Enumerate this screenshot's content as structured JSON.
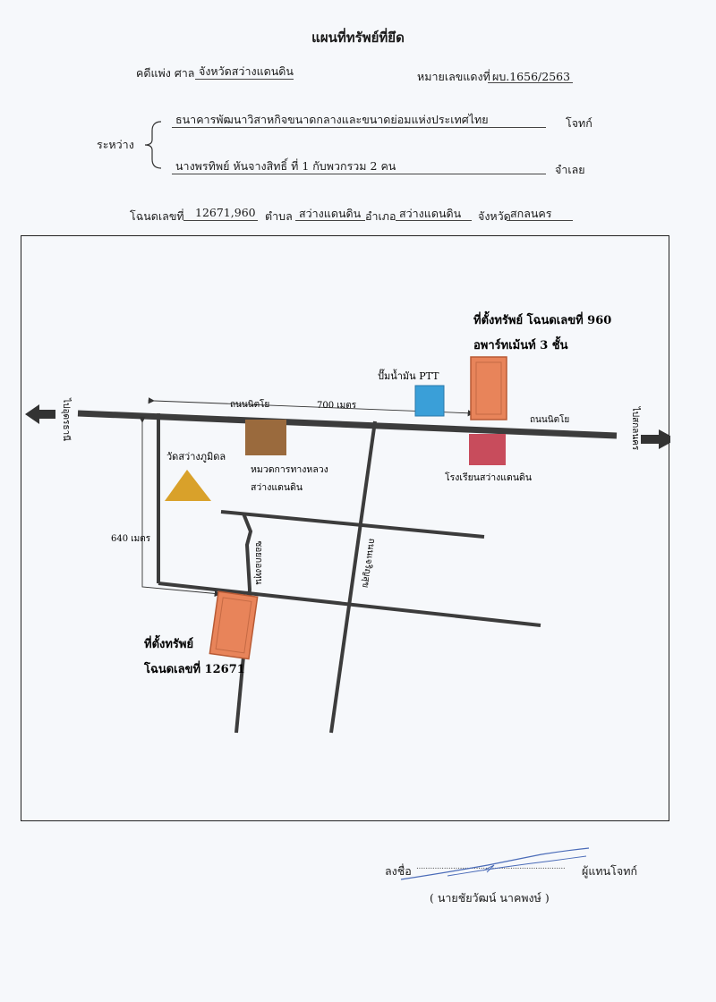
{
  "header": {
    "title": "แผนที่ทรัพย์ที่ยึด",
    "case_label": "คดีแพ่ง ศาล",
    "court": "จังหวัดสว่างแดนดิน",
    "case_no_label": "หมายเลขแดงที่",
    "case_no": "ผบ.1656/2563"
  },
  "parties": {
    "between_label": "ระหว่าง",
    "plaintiff": "ธนาคารพัฒนาวิสาหกิจขนาดกลางและขนาดย่อมแห่งประเทศไทย",
    "plaintiff_role": "โจทก์",
    "defendant": "นางพรทิพย์  หันจางสิทธิ์ ที่ 1 กับพวกรวม 2 คน",
    "defendant_role": "จำเลย"
  },
  "deed": {
    "deed_label": "โฉนดเลขที่",
    "deed_no": "12671,960",
    "tambon_label": "ตำบล",
    "tambon": "สว่างแดนดิน",
    "amphoe_label": "อำเภอ",
    "amphoe": "สว่างแดนดิน",
    "province_label": "จังหวัด",
    "province": "สกลนคร"
  },
  "map": {
    "to_udon": "ไปอุดรธานี",
    "to_sakon": "ไปสกลนคร",
    "road_niti_left": "ถนนนิตโย",
    "road_niti_right": "ถนนนิตโย",
    "distance_700": "700 เมตร",
    "distance_640": "640 เมตร",
    "ptt_label": "ปั๊มน้ำมัน PTT",
    "property_960_line1": "ที่ตั้งทรัพย์ โฉนดเลขที่ 960",
    "property_960_line2": "อพาร์ทเม้นท์ 3 ชั้น",
    "temple_label": "วัดสว่างภูมิดล",
    "highway_office_line1": "หมวดการทางหลวง",
    "highway_office_line2": "สว่างแดนดิน",
    "school_label": "โรงเรียนสว่างแดนดิน",
    "road_kong": "ซอยกองทุน",
    "road_thai": "ถนนเจริญสุข",
    "property_12671_line1": "ที่ตั้งทรัพย์",
    "property_12671_line2": "โฉนดเลขที่ 12671",
    "colors": {
      "road": "#3c3c3c",
      "property": "#e8845a",
      "ptt": "#3a9fd8",
      "highway_office": "#9a6a3d",
      "school": "#c84c5c",
      "temple": "#d9a12a"
    }
  },
  "signature": {
    "sign_label": "ลงชื่อ",
    "dots": ".................................................................",
    "role": "ผู้แทนโจทก์",
    "name": "( นายชัยวัฒน์  นาคพงษ์ )"
  }
}
